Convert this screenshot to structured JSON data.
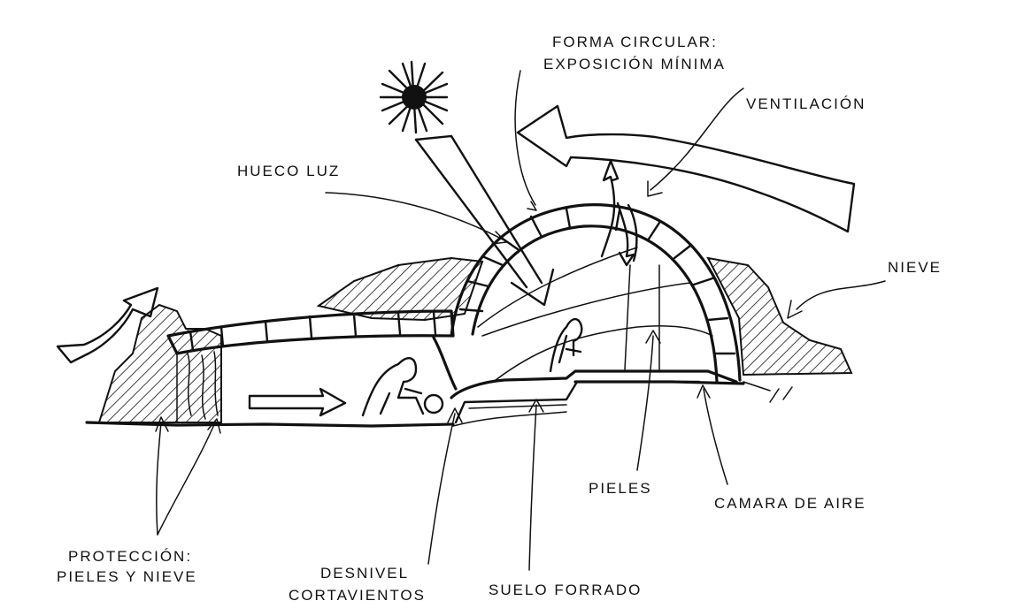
{
  "labels": {
    "forma_circular_1": "FORMA CIRCULAR:",
    "forma_circular_2": "EXPOSICIÓN MÍNIMA",
    "ventilacion": "VENTILACIÓN",
    "hueco_luz": "HUECO LUZ",
    "nieve": "NIEVE",
    "pieles": "PIELES",
    "camara_aire": "CAMARA DE AIRE",
    "proteccion_1": "PROTECCIÓN:",
    "proteccion_2": "PIELES Y NIEVE",
    "desnivel_1": "DESNIVEL",
    "desnivel_2": "CORTAVIENTOS",
    "suelo_forrado": "SUELO FORRADO"
  },
  "colors": {
    "ink": "#111111",
    "paper": "#ffffff"
  }
}
